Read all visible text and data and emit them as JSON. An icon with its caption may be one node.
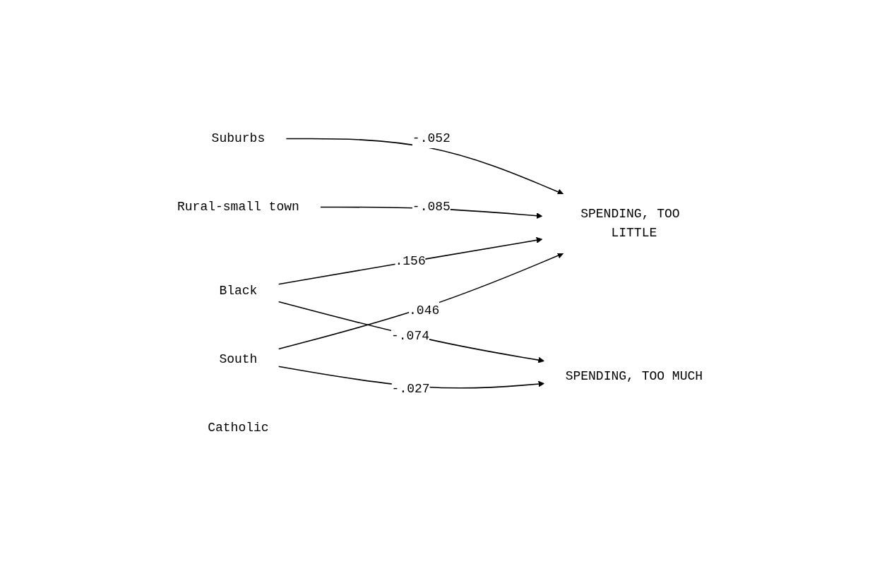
{
  "diagram": {
    "nodes": [
      {
        "text": [
          "Suburbs"
        ]
      },
      {
        "text": [
          "Rural-small town"
        ]
      },
      {
        "text": [
          "Black"
        ]
      },
      {
        "text": [
          "South"
        ]
      },
      {
        "text": [
          "Catholic"
        ]
      },
      {
        "text": [
          "SPENDING, TOO LITTLE"
        ]
      },
      {
        "text": [
          "SPENDING, TOO MUCH"
        ]
      }
    ],
    "edges": [
      {
        "from": 0,
        "to": 5,
        "arrow": "to",
        "label": "-.052"
      },
      {
        "from": 1,
        "to": 5,
        "arrow": "to",
        "label": "-.085"
      },
      {
        "from": 2,
        "to": 5,
        "arrow": "to",
        "label": ".156"
      },
      {
        "from": 3,
        "to": 5,
        "arrow": "to",
        "label": ".046"
      },
      {
        "from": 2,
        "to": 6,
        "arrow": "to",
        "label": "-.074"
      },
      {
        "from": 3,
        "to": 6,
        "arrow": "to",
        "label": "-.027"
      }
    ]
  }
}
